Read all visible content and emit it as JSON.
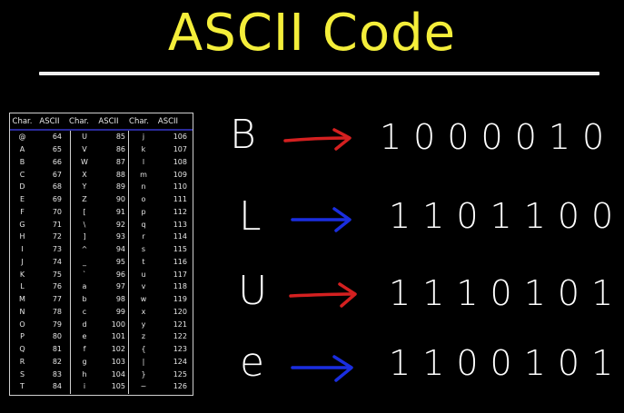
{
  "title": "ASCII Code",
  "table": {
    "headers": [
      "Char.",
      "ASCII",
      "Char.",
      "ASCII",
      "Char.",
      "ASCII"
    ],
    "columns": [
      [
        [
          "@",
          "64"
        ],
        [
          "A",
          "65"
        ],
        [
          "B",
          "66"
        ],
        [
          "C",
          "67"
        ],
        [
          "D",
          "68"
        ],
        [
          "E",
          "69"
        ],
        [
          "F",
          "70"
        ],
        [
          "G",
          "71"
        ],
        [
          "H",
          "72"
        ],
        [
          "I",
          "73"
        ],
        [
          "J",
          "74"
        ],
        [
          "K",
          "75"
        ],
        [
          "L",
          "76"
        ],
        [
          "M",
          "77"
        ],
        [
          "N",
          "78"
        ],
        [
          "O",
          "79"
        ],
        [
          "P",
          "80"
        ],
        [
          "Q",
          "81"
        ],
        [
          "R",
          "82"
        ],
        [
          "S",
          "83"
        ],
        [
          "T",
          "84"
        ]
      ],
      [
        [
          "U",
          "85"
        ],
        [
          "V",
          "86"
        ],
        [
          "W",
          "87"
        ],
        [
          "X",
          "88"
        ],
        [
          "Y",
          "89"
        ],
        [
          "Z",
          "90"
        ],
        [
          "[",
          "91"
        ],
        [
          "\\",
          "92"
        ],
        [
          "]",
          "93"
        ],
        [
          "^",
          "94"
        ],
        [
          "_",
          "95"
        ],
        [
          "`",
          "96"
        ],
        [
          "a",
          "97"
        ],
        [
          "b",
          "98"
        ],
        [
          "c",
          "99"
        ],
        [
          "d",
          "100"
        ],
        [
          "e",
          "101"
        ],
        [
          "f",
          "102"
        ],
        [
          "g",
          "103"
        ],
        [
          "h",
          "104"
        ],
        [
          "i",
          "105"
        ]
      ],
      [
        [
          "j",
          "106"
        ],
        [
          "k",
          "107"
        ],
        [
          "l",
          "108"
        ],
        [
          "m",
          "109"
        ],
        [
          "n",
          "110"
        ],
        [
          "o",
          "111"
        ],
        [
          "p",
          "112"
        ],
        [
          "q",
          "113"
        ],
        [
          "r",
          "114"
        ],
        [
          "s",
          "115"
        ],
        [
          "t",
          "116"
        ],
        [
          "u",
          "117"
        ],
        [
          "v",
          "118"
        ],
        [
          "w",
          "119"
        ],
        [
          "x",
          "120"
        ],
        [
          "y",
          "121"
        ],
        [
          "z",
          "122"
        ],
        [
          "{",
          "123"
        ],
        [
          "|",
          "124"
        ],
        [
          "}",
          "125"
        ],
        [
          "~",
          "126"
        ]
      ]
    ]
  },
  "conversions": [
    {
      "letter": "B",
      "binary": "1000010",
      "arrow_color": "#d42020"
    },
    {
      "letter": "L",
      "binary": "1101100",
      "arrow_color": "#1a2ee0"
    },
    {
      "letter": "U",
      "binary": "1110101",
      "arrow_color": "#d42020"
    },
    {
      "letter": "e",
      "binary": "1100101",
      "arrow_color": "#1a2ee0"
    }
  ],
  "colors": {
    "background": "#000000",
    "title": "#f4ee3a",
    "rule": "#f0f0f0",
    "table_header_line": "#2a2a9a"
  }
}
